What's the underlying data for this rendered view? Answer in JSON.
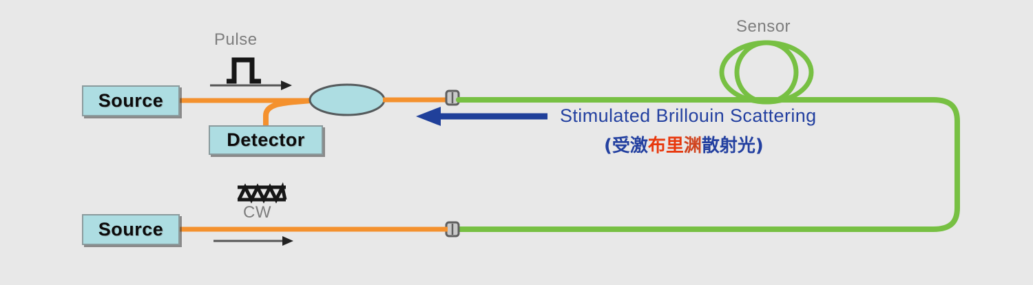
{
  "figure": {
    "title": "Stimulated Brillouin Scattering distributed fiber sensing setup",
    "background_color": "#e8e8e8"
  },
  "colors": {
    "fiber_orange": "#f4912e",
    "fiber_green": "#77c043",
    "box_fill": "#addde2",
    "box_border": "#8a9a9c",
    "coupler_fill": "#addde2",
    "coupler_border": "#555a5c",
    "connector_gray": "#6e6e6e",
    "arrow_blue": "#20409a",
    "arrow_gray": "#555555",
    "label_gray": "#7d7d7d",
    "text_blue": "#2340a0",
    "text_red": "#e8380d"
  },
  "nodes": {
    "source_pulse": {
      "label": "Source"
    },
    "source_cw": {
      "label": "Source"
    },
    "detector": {
      "label": "Detector"
    },
    "coupler": {
      "label": ""
    }
  },
  "labels": {
    "pulse": "Pulse",
    "cw": "CW",
    "sensor": "Sensor",
    "sbs_en": "Stimulated Brillouin Scattering",
    "sbs_cn_open": "(受激",
    "sbs_cn_red": "布里",
    "sbs_cn_mixed": "渊",
    "sbs_cn_close": "散射光)"
  },
  "icons": {
    "pulse_waveform": "square-pulse-icon",
    "cw_waveform": "sine-wave-icon",
    "sensor_coil": "fiber-coil-icon",
    "connector_top": "fiber-connector-icon",
    "connector_bottom": "fiber-connector-icon",
    "arrow_pulse_direction": "arrow-right-icon",
    "arrow_cw_direction": "arrow-right-icon",
    "arrow_sbs_direction": "arrow-left-icon"
  }
}
